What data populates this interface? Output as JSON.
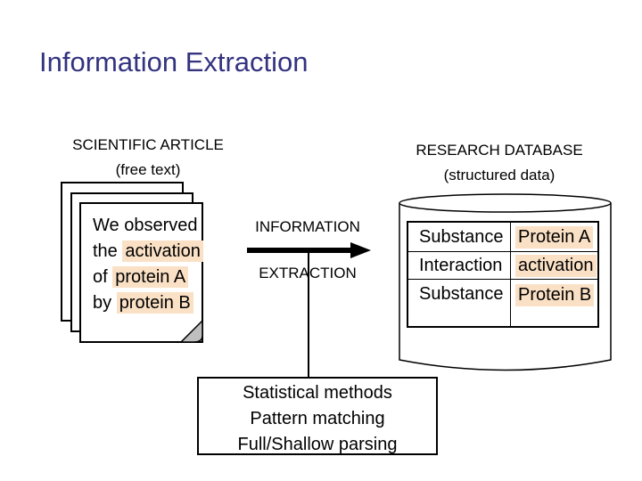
{
  "slide": {
    "title": "Information Extraction",
    "colors": {
      "title_text": "#333380",
      "highlight": "#FAE0C5",
      "body_text": "#000000",
      "fold_gray": "#BFBFBF"
    },
    "article": {
      "heading": "SCIENTIFIC ARTICLE",
      "subheading": "(free text)",
      "document_lines": [
        {
          "pre": "We observed",
          "hl": ""
        },
        {
          "pre": "the ",
          "hl": "activation"
        },
        {
          "pre": "of ",
          "hl": "protein A"
        },
        {
          "pre": "by ",
          "hl": "protein B"
        }
      ]
    },
    "process": {
      "line1": "INFORMATION",
      "line2": "EXTRACTION"
    },
    "database": {
      "heading": "RESEARCH DATABASE",
      "subheading": "(structured data)",
      "table": {
        "rows": [
          {
            "field": "Substance",
            "value": "Protein A"
          },
          {
            "field": "Interaction",
            "value": "activation"
          },
          {
            "field": "Substance",
            "value": "Protein B"
          }
        ]
      }
    },
    "methods_box": {
      "lines": [
        "Statistical methods",
        "Pattern matching",
        "Full/Shallow parsing"
      ]
    }
  }
}
